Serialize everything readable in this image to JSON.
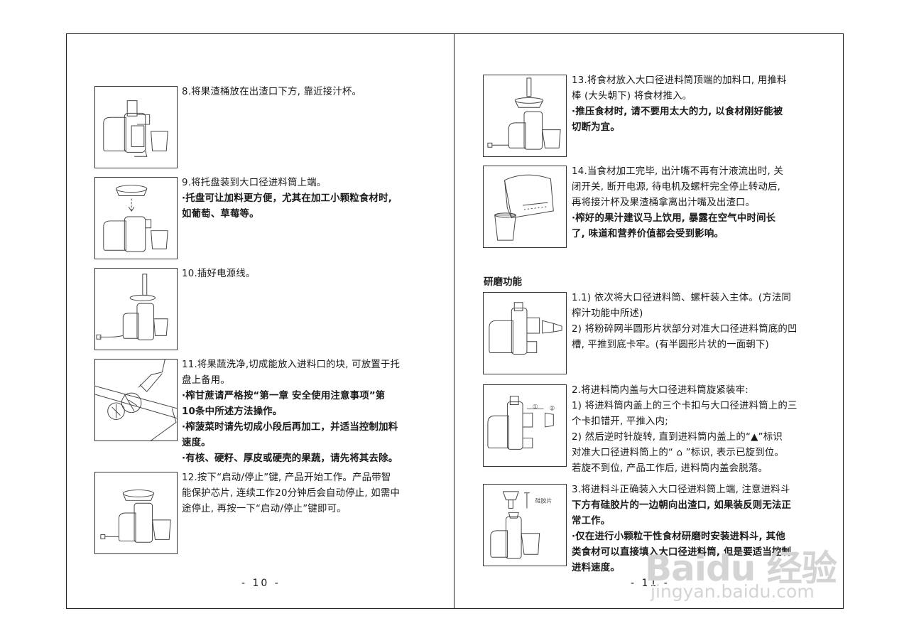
{
  "left_page": {
    "steps": [
      {
        "lines": [
          {
            "text": "8.将果渣桶放在出渣口下方, 靠近接汁杯。",
            "bold": false
          }
        ]
      },
      {
        "lines": [
          {
            "text": "9.将托盘装到大口径进料筒上端。",
            "bold": false
          },
          {
            "text": "·托盘可让加料更方便，尤其在加工小颗粒食材时,",
            "bold": true
          },
          {
            "text": "如葡萄、草莓等。",
            "bold": true
          }
        ]
      },
      {
        "lines": [
          {
            "text": "10.插好电源线。",
            "bold": false
          }
        ]
      },
      {
        "lines": [
          {
            "text": "11.将果蔬洗净,切成能放入进料口的块, 可放置于托",
            "bold": false
          },
          {
            "text": "盘上备用。",
            "bold": false
          },
          {
            "text": "·榨甘蔗请严格按“第一章  安全使用注意事项”第",
            "bold": true
          },
          {
            "text": "10条中所述方法操作。",
            "bold": true
          },
          {
            "text": "·榨菠菜时请先切成小段后再加工，并适当控制加料",
            "bold": true
          },
          {
            "text": "速度。",
            "bold": true
          },
          {
            "text": "·有核、硬籽、厚皮或硬壳的果蔬，请先将其去除。",
            "bold": true
          }
        ]
      },
      {
        "lines": [
          {
            "text": "12.按下“启动/停止”键, 产品开始工作。产品带智",
            "bold": false
          },
          {
            "text": "能保护芯片, 连续工作20分钟后会自动停止, 如需中",
            "bold": false
          },
          {
            "text": "途停止, 再按一下“启动/停止”键即可。",
            "bold": false
          }
        ]
      }
    ],
    "page_number": "- 10 -"
  },
  "right_page": {
    "steps": [
      {
        "lines": [
          {
            "text": "13.将食材放入大口径进料筒顶端的加料口, 用推料",
            "bold": false
          },
          {
            "text": "棒 (大头朝下) 将食材推入。",
            "bold": false
          },
          {
            "text": "·推压食材时, 请不要用太大的力, 以食材刚好能被",
            "bold": true
          },
          {
            "text": "切断为宜。",
            "bold": true
          }
        ]
      },
      {
        "lines": [
          {
            "text": "14.当食材加工完毕, 出汁嘴不再有汁液流出时, 关",
            "bold": false
          },
          {
            "text": "闭开关, 断开电源, 待电机及螺杆完全停止转动后,",
            "bold": false
          },
          {
            "text": "再将接汁杯及果渣桶拿离出汁嘴及出渣口。",
            "bold": false
          },
          {
            "text": "·榨好的果汁建议马上饮用, 暴露在空气中时间长",
            "bold": true
          },
          {
            "text": "了, 味道和营养价值都会受到影响。",
            "bold": true
          }
        ]
      }
    ],
    "section_heading": "研磨功能",
    "grind_steps": [
      {
        "lines": [
          {
            "text": "1.1) 依次将大口径进料筒、螺杆装入主体。(方法同",
            "bold": false
          },
          {
            "text": "榨汁功能中所述)",
            "bold": false
          },
          {
            "text": "2) 将粉碎网半圆形片状部分对准大口径进料筒底的凹",
            "bold": false
          },
          {
            "text": "槽, 平推到底卡牢。(有半圆形片状的一面朝下)",
            "bold": false
          }
        ]
      },
      {
        "lines": [
          {
            "text": "2.将进料筒内盖与大口径进料筒旋紧装牢:",
            "bold": false
          },
          {
            "text": "1) 将进料筒内盖上的三个卡扣与大口径进料筒上的三",
            "bold": false
          },
          {
            "text": "个卡扣错开, 平推入内;",
            "bold": false
          },
          {
            "text": "2) 然后逆时针旋转, 直到进料筒内盖上的“▲”标识",
            "bold": false
          },
          {
            "text": "对准大口径进料筒上的“ ⌂ ”标识, 表示已旋到位。",
            "bold": false
          },
          {
            "text": "若旋不到位, 产品工作后, 进料筒内盖会脱落。",
            "bold": false
          }
        ]
      },
      {
        "lines": [
          {
            "text": "3.将进料斗正确装入大口径进料筒上端, 注意进料斗",
            "bold": false
          },
          {
            "text": "下方有硅胶片的一边朝向出渣口, 如果装反则无法正",
            "bold": true
          },
          {
            "text": "常工作。",
            "bold": true
          },
          {
            "text": "·仅在进行小颗粒干性食材研磨时安装进料斗, 其他",
            "bold": true
          },
          {
            "text": "类食材可以直接填入大口径进料筒, 但是要适当控制",
            "bold": true
          },
          {
            "text": "进料速度。",
            "bold": true
          }
        ]
      }
    ],
    "diagram_labels": {
      "silicone_piece": "硅胶片",
      "circle_1": "①",
      "circle_2": "②"
    },
    "page_number": "- 11 -"
  },
  "watermark": {
    "logo": "Baidu 经验",
    "url": "jingyan.baidu.com"
  }
}
